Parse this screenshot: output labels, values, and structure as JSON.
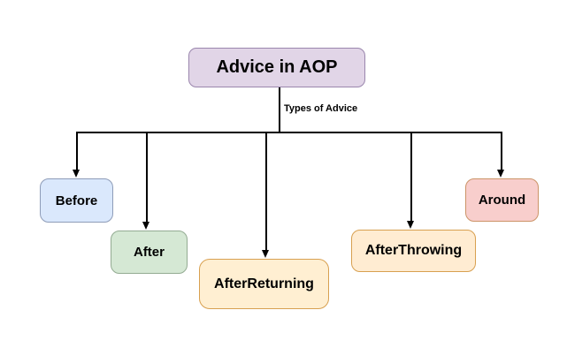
{
  "diagram": {
    "title": "Advice in AOP",
    "root": {
      "label": "Advice in AOP",
      "fill": "#e1d5e7",
      "border": "#9a86ad"
    },
    "edge_label": "Types of Advice",
    "children": [
      {
        "label": "Before",
        "fill": "#dae8fc",
        "border": "#8e9cb8",
        "texture": "solid"
      },
      {
        "label": "After",
        "fill": "#d5e8d4",
        "border": "#93ab92",
        "texture": "solid"
      },
      {
        "label": "AfterReturning",
        "fill": "#ffefd2",
        "border": "#d8a050",
        "texture": "solid"
      },
      {
        "label": "AfterThrowing",
        "fill": "#ffecd2",
        "border": "#d8a050",
        "texture": "dotted"
      },
      {
        "label": "Around",
        "fill": "#f8cecc",
        "border": "#cc9468",
        "texture": "solid"
      }
    ],
    "line_color": "#000000"
  }
}
